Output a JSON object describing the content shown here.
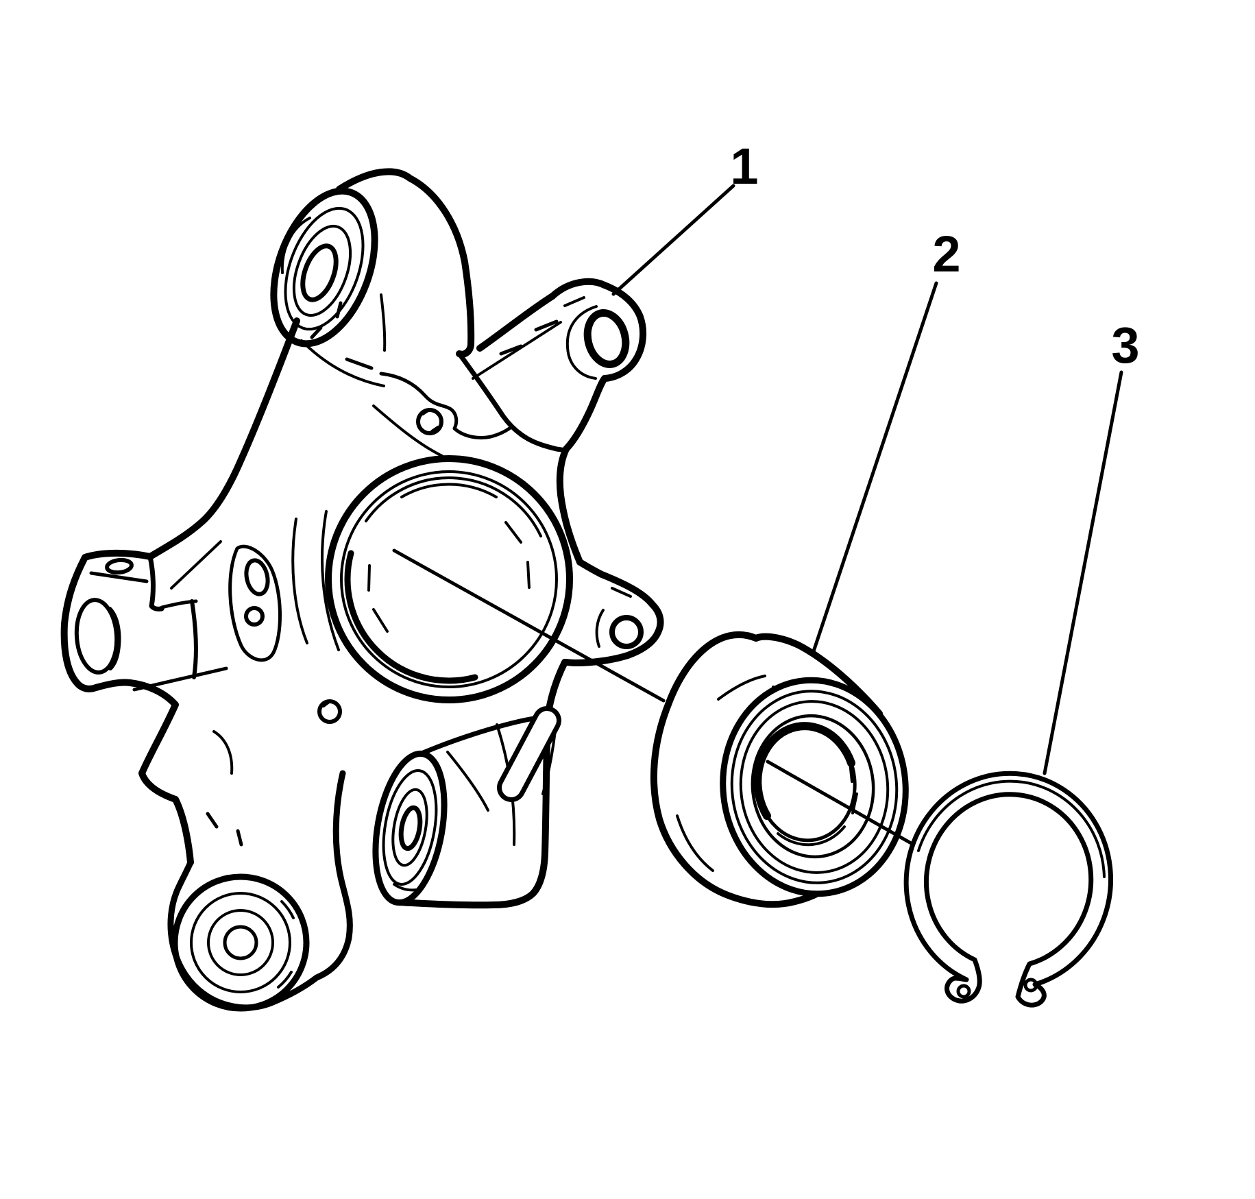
{
  "figure": {
    "type": "exploded-parts-line-drawing",
    "background_color": "#ffffff",
    "line_color": "#000000",
    "parts_shown": 3
  },
  "callouts": [
    {
      "label": "1"
    },
    {
      "label": "2"
    },
    {
      "label": "3"
    }
  ]
}
